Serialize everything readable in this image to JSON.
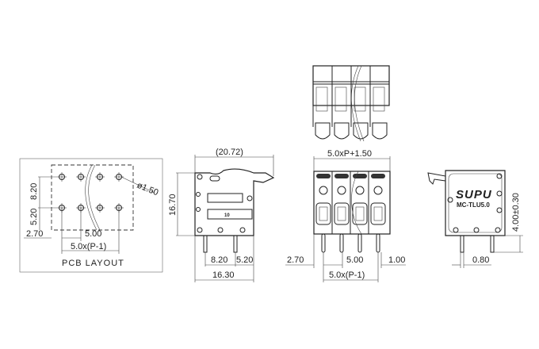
{
  "pcb_layout": {
    "title": "PCB LAYOUT",
    "dim_row_spacing": "8.20",
    "dim_edge_row": "5.20",
    "dim_offset": "2.70",
    "dim_pitch": "5.00",
    "dim_span": "5.0x(P-1)",
    "dim_hole": "ø1.50"
  },
  "side_view": {
    "dim_width": "(20.72)",
    "dim_height": "16.70",
    "dim_pin_spacing": "8.20",
    "dim_pin_edge": "5.20",
    "dim_base": "16.30",
    "label_marking": "10"
  },
  "front_view": {
    "dim_total": "5.0xP+1.50",
    "dim_offset": "2.70",
    "dim_pitch": "5.00",
    "dim_edge": "1.00",
    "dim_span": "5.0x(P-1)"
  },
  "rear_view": {
    "brand": "SUPU",
    "model": "MC-TLU5.0",
    "dim_pin_length": "4.00±0.30",
    "dim_pin_width": "0.80"
  }
}
